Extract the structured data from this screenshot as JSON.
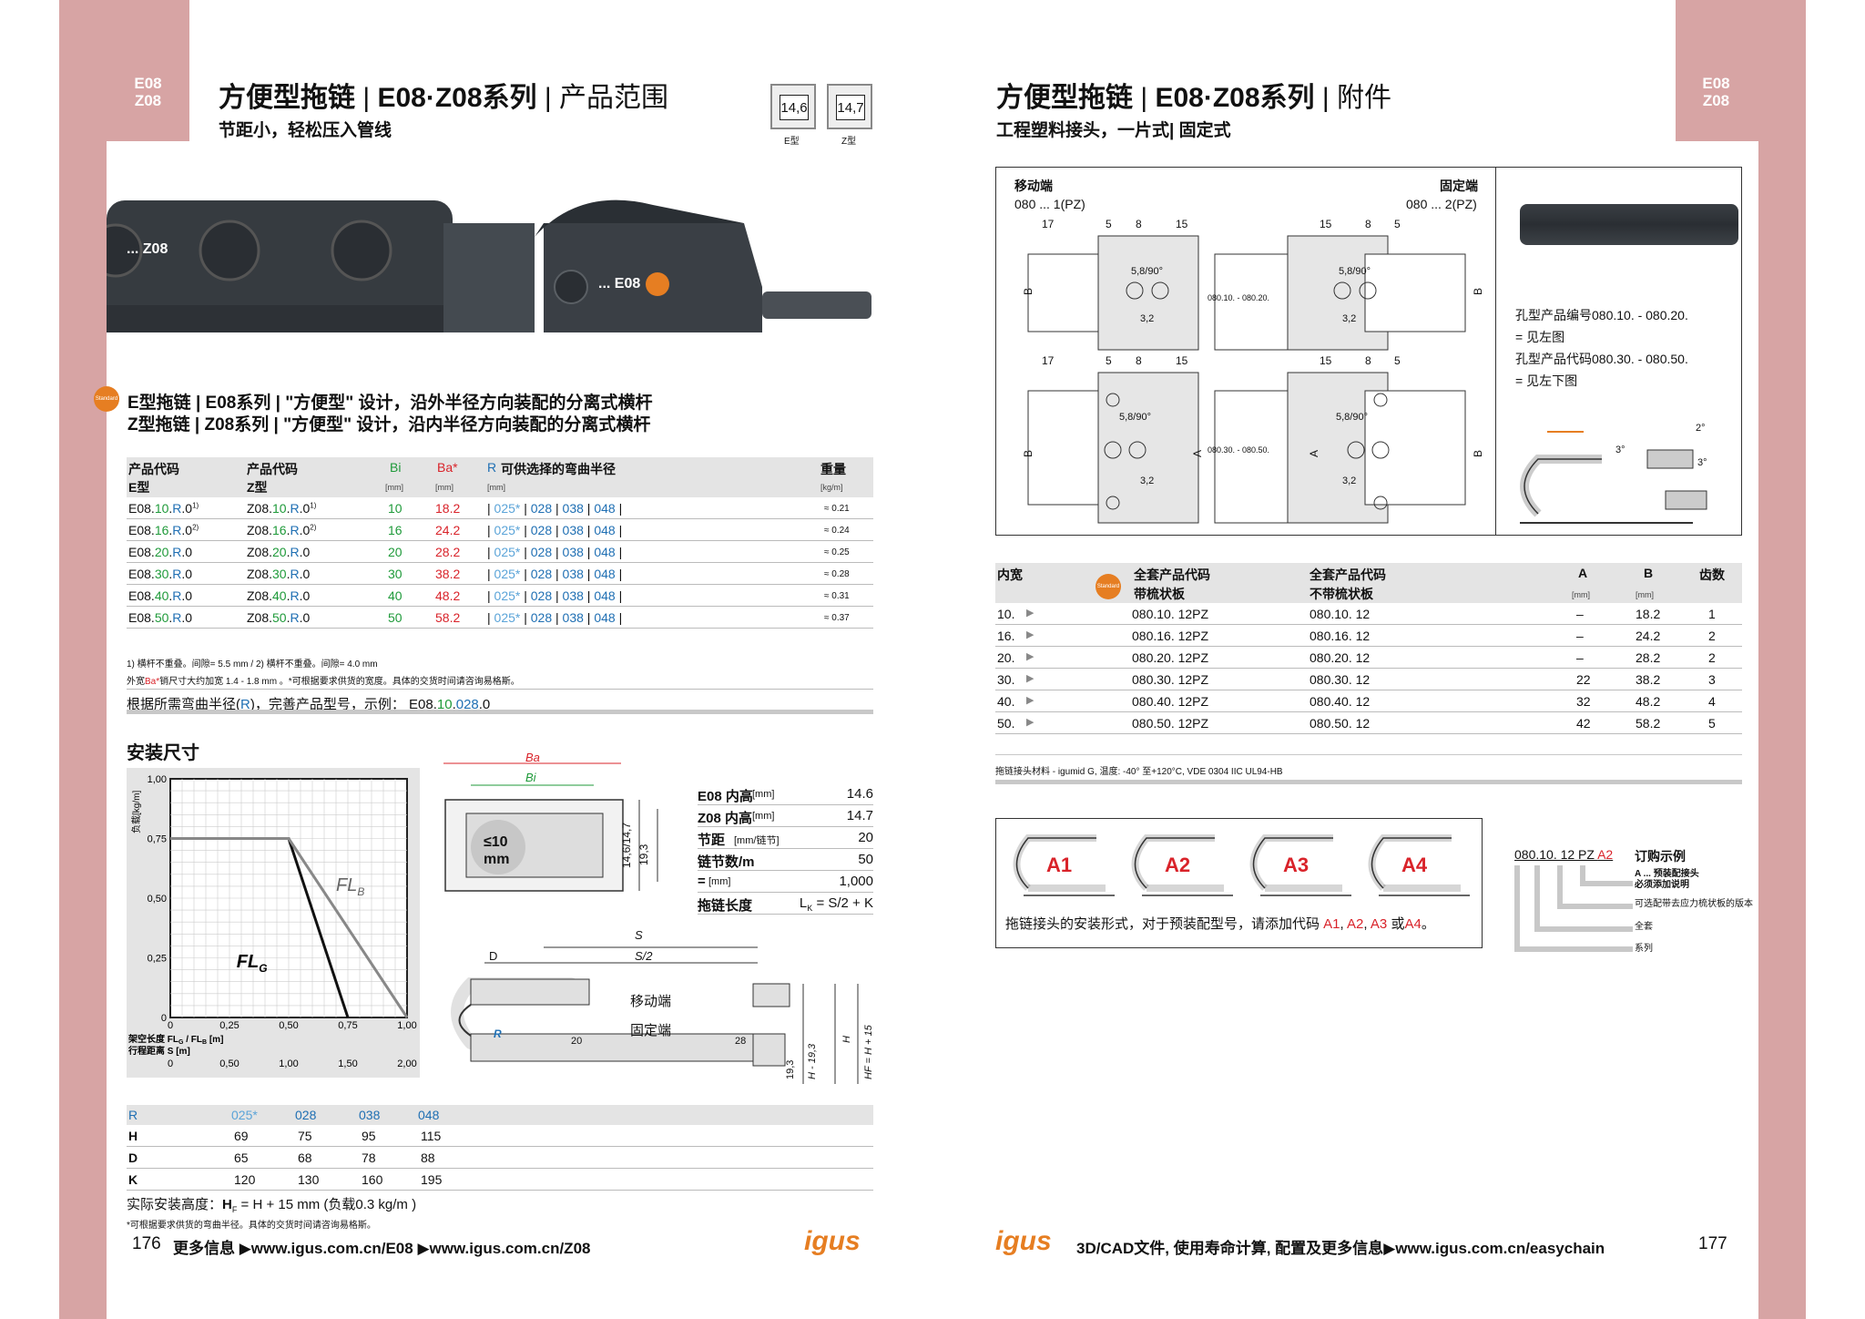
{
  "tabs": {
    "left": [
      "E08",
      "Z08"
    ],
    "right": [
      "E08",
      "Z08"
    ]
  },
  "left": {
    "title_a": "方便型拖链",
    "title_b": "E08·Z08系列",
    "title_c": "产品范围",
    "subtitle": "节距小，轻松压入管线",
    "badge_e": {
      "value": "14,6",
      "label": "E型"
    },
    "badge_z": {
      "value": "14,7",
      "label": "Z型"
    },
    "photo_label_z": "... Z08",
    "photo_label_e": "... E08",
    "standard_badge": "Standard",
    "series_line1": "E型拖链 | E08系列 | \"方便型\" 设计，沿外半径方向装配的分离式横杆",
    "series_line2": "Z型拖链 | Z08系列 | \"方便型\" 设计，沿内半径方向装配的分离式横杆",
    "table": {
      "h1": [
        "产品代码",
        "产品代码",
        "Bi",
        "Ba*",
        "R",
        "可供选择的弯曲半径",
        "重量"
      ],
      "h2": [
        "E型",
        "Z型"
      ],
      "units": [
        "[mm]",
        "[mm]",
        "[mm]",
        "[kg/m]"
      ],
      "rows": [
        {
          "e_pre": "E08.",
          "e_w": "10",
          "e_r": "R",
          "e_post": ".0",
          "e_sup": "1)",
          "z_pre": "Z08.",
          "z_w": "10",
          "z_r": "R",
          "z_post": ".0",
          "z_sup": "1)",
          "bi": "10",
          "ba": "18.2",
          "r1": "025*",
          "r2": "028",
          "r3": "038",
          "r4": "048",
          "w": "≈ 0.21"
        },
        {
          "e_pre": "E08.",
          "e_w": "16",
          "e_r": "R",
          "e_post": ".0",
          "e_sup": "2)",
          "z_pre": "Z08.",
          "z_w": "16",
          "z_r": "R",
          "z_post": ".0",
          "z_sup": "2)",
          "bi": "16",
          "ba": "24.2",
          "r1": "025*",
          "r2": "028",
          "r3": "038",
          "r4": "048",
          "w": "≈ 0.24"
        },
        {
          "e_pre": "E08.",
          "e_w": "20",
          "e_r": "R",
          "e_post": ".0",
          "e_sup": "",
          "z_pre": "Z08.",
          "z_w": "20",
          "z_r": "R",
          "z_post": ".0",
          "z_sup": "",
          "bi": "20",
          "ba": "28.2",
          "r1": "025*",
          "r2": "028",
          "r3": "038",
          "r4": "048",
          "w": "≈ 0.25"
        },
        {
          "e_pre": "E08.",
          "e_w": "30",
          "e_r": "R",
          "e_post": ".0",
          "e_sup": "",
          "z_pre": "Z08.",
          "z_w": "30",
          "z_r": "R",
          "z_post": ".0",
          "z_sup": "",
          "bi": "30",
          "ba": "38.2",
          "r1": "025*",
          "r2": "028",
          "r3": "038",
          "r4": "048",
          "w": "≈ 0.28"
        },
        {
          "e_pre": "E08.",
          "e_w": "40",
          "e_r": "R",
          "e_post": ".0",
          "e_sup": "",
          "z_pre": "Z08.",
          "z_w": "40",
          "z_r": "R",
          "z_post": ".0",
          "z_sup": "",
          "bi": "40",
          "ba": "48.2",
          "r1": "025*",
          "r2": "028",
          "r3": "038",
          "r4": "048",
          "w": "≈ 0.31"
        },
        {
          "e_pre": "E08.",
          "e_w": "50",
          "e_r": "R",
          "e_post": ".0",
          "e_sup": "",
          "z_pre": "Z08.",
          "z_w": "50",
          "z_r": "R",
          "z_post": ".0",
          "z_sup": "",
          "bi": "50",
          "ba": "58.2",
          "r1": "025*",
          "r2": "028",
          "r3": "038",
          "r4": "048",
          "w": "≈ 0.37"
        }
      ]
    },
    "footnote1": "1) 横杆不重叠。间隙= 5.5 mm / 2) 横杆不重叠。间隙= 4.0 mm",
    "footnote2_a": "外宽",
    "footnote2_b": "Ba*",
    "footnote2_c": "销尺寸大约加宽 1.4 - 1.8 mm 。*可根据要求供货的宽度。具体的交货时间请咨询易格斯。",
    "example_a": "根据所需弯曲半径(",
    "example_r": "R",
    "example_b": ")，完善产品型号，示例： E08.",
    "example_w": "10",
    "example_dot": ".",
    "example_rv": "028",
    "example_c": ".0",
    "install_title": "安装尺寸",
    "chart_data": {
      "type": "line",
      "ylabel": "负载[kg/m]",
      "xlabel_1": "架空长度 FL",
      "xlabel_1b": " / FL",
      "xlabel_1c": " [m]",
      "xlabel_2": "行程距离 S [m]",
      "y_ticks": [
        "1,00",
        "0,75",
        "0,50",
        "0,25",
        "0"
      ],
      "x_ticks_1": [
        "0",
        "0,25",
        "0,50",
        "0,75",
        "1,00"
      ],
      "x_ticks_2": [
        "0",
        "0,50",
        "1,00",
        "1,50",
        "2,00"
      ],
      "ylim": [
        0,
        1.0
      ],
      "xlim": [
        0,
        1.0
      ],
      "series": [
        {
          "name": "FLG",
          "x": [
            0,
            0.5,
            0.75
          ],
          "y": [
            0.75,
            0.75,
            0
          ]
        },
        {
          "name": "FLB",
          "x": [
            0,
            0.5,
            1.0
          ],
          "y": [
            0.75,
            0.75,
            0
          ]
        }
      ],
      "label_flg": "FL",
      "label_flg_sub": "G",
      "label_flb": "FL",
      "label_flb_sub": "B"
    },
    "section_labels": {
      "ba": "Ba",
      "bi": "Bi",
      "le10": "≤10",
      "mm": "mm",
      "h1": "14,6/14,7",
      "h2": "19,3"
    },
    "spec": [
      {
        "k": "E08  内高",
        "u": "[mm]",
        "v": "14.6"
      },
      {
        "k": "Z08  内高",
        "u": "[mm]",
        "v": "14.7"
      },
      {
        "k": "节距",
        "u": "[mm/链节]",
        "v": "20"
      },
      {
        "k": "链节数/m",
        "u": "",
        "v": "50"
      },
      {
        "k": "=",
        "u": "[mm]",
        "v": "1,000"
      },
      {
        "k": "拖链长度",
        "u": "",
        "v": "L"
      }
    ],
    "spec_len_formula": "L",
    "spec_len_sub": "K",
    "spec_len_rest": " = S/2 + K",
    "side_labels": {
      "s": "S",
      "s2": "S/2",
      "d": "D",
      "move": "移动端",
      "fixed": "固定端",
      "r": "R",
      "n20": "20",
      "n28": "28",
      "h": "H",
      "hm": "H - 19,3",
      "hf": "HF = H + 15",
      "n193": "19,3"
    },
    "rtable": {
      "head": [
        "R",
        "025*",
        "028",
        "038",
        "048"
      ],
      "rows": [
        {
          "k": "H",
          "v": [
            "69",
            "75",
            "95",
            "115"
          ]
        },
        {
          "k": "D",
          "v": [
            "65",
            "68",
            "78",
            "88"
          ]
        },
        {
          "k": "K",
          "v": [
            "120",
            "130",
            "160",
            "195"
          ]
        }
      ]
    },
    "install_height_a": "实际安装高度：",
    "install_height_b": "H",
    "install_height_sub": "F",
    "install_height_c": " = H + 15 mm (负载0.3 kg/m )",
    "bottom_note": "*可根据要求供货的弯曲半径。具体的交货时间请咨询易格斯。",
    "page_no": "176",
    "footer_a": "更多信息",
    "footer_b": "www.igus.com.cn/E08",
    "footer_c": "www.igus.com.cn/Z08",
    "logo": "igus"
  },
  "right": {
    "title_a": "方便型拖链",
    "title_b": "E08·Z08系列",
    "title_c": "附件",
    "subtitle": "工程塑料接头，一片式| 固定式",
    "move_end": "移动端",
    "move_code": "080 ... 1(PZ)",
    "fixed_end": "固定端",
    "fixed_code": "080 ... 2(PZ)",
    "dims_top": [
      "17",
      "5",
      "8",
      "15",
      "15",
      "8",
      "5"
    ],
    "dims_bot": [
      "17",
      "5",
      "8",
      "15",
      "15",
      "8",
      "5"
    ],
    "hole": "5,8/90°",
    "d32": "3,2",
    "part_top": "080.10. - 080.20.",
    "part_bot": "080.30. - 080.50.",
    "b_label": "B",
    "a_label": "A",
    "desc1": "孔型产品编号080.10. - 080.20.",
    "desc2": "= 见左图",
    "desc3": "孔型产品代码080.30. - 080.50.",
    "desc4": "= 见左下图",
    "ang2": "2°",
    "ang3a": "3°",
    "ang3b": "3°",
    "table": {
      "head": [
        "内宽",
        "全套产品代码",
        "全套产品代码",
        "A",
        "B",
        "齿数"
      ],
      "head2": [
        "带梳状板",
        "不带梳状板"
      ],
      "units": [
        "[mm]",
        "[mm]"
      ],
      "rows": [
        {
          "w": "10.",
          "c1": "080.10. 12PZ",
          "c2": "080.10. 12",
          "a": "–",
          "b": "18.2",
          "t": "1"
        },
        {
          "w": "16.",
          "c1": "080.16. 12PZ",
          "c2": "080.16. 12",
          "a": "–",
          "b": "24.2",
          "t": "2"
        },
        {
          "w": "20.",
          "c1": "080.20. 12PZ",
          "c2": "080.20. 12",
          "a": "–",
          "b": "28.2",
          "t": "2"
        },
        {
          "w": "30.",
          "c1": "080.30. 12PZ",
          "c2": "080.30. 12",
          "a": "22",
          "b": "38.2",
          "t": "3"
        },
        {
          "w": "40.",
          "c1": "080.40. 12PZ",
          "c2": "080.40. 12",
          "a": "32",
          "b": "48.2",
          "t": "4"
        },
        {
          "w": "50.",
          "c1": "080.50. 12PZ",
          "c2": "080.50. 12",
          "a": "42",
          "b": "58.2",
          "t": "5"
        }
      ]
    },
    "material": "拖链接头材料 - igumid G, 温度: -40° 至+120°C, VDE 0304 IIC UL94-HB",
    "mount": [
      "A1",
      "A2",
      "A3",
      "A4"
    ],
    "mount_text_a": "拖链接头的安装形式，对于预装配型号，请添加代码 ",
    "mount_text_b": "A1",
    "mount_text_c": ", ",
    "mount_text_d": "A2",
    "mount_text_e": ", ",
    "mount_text_f": "A3",
    "mount_text_g": " 或",
    "mount_text_h": "A4",
    "mount_text_i": "。",
    "order_code_a": "080.10. 12 PZ ",
    "order_code_b": "A2",
    "order_title": "订购示例",
    "order_l1": "A ... 预装配接头",
    "order_l2": "必须添加说明",
    "order_l3": "可选配带去应力梳状板的版本",
    "order_l4": "全套",
    "order_l5": "系列",
    "page_no": "177",
    "logo": "igus",
    "footer": "3D/CAD文件, 使用寿命计算, 配置及更多信息",
    "footer_url": "www.igus.com.cn/easychain"
  }
}
